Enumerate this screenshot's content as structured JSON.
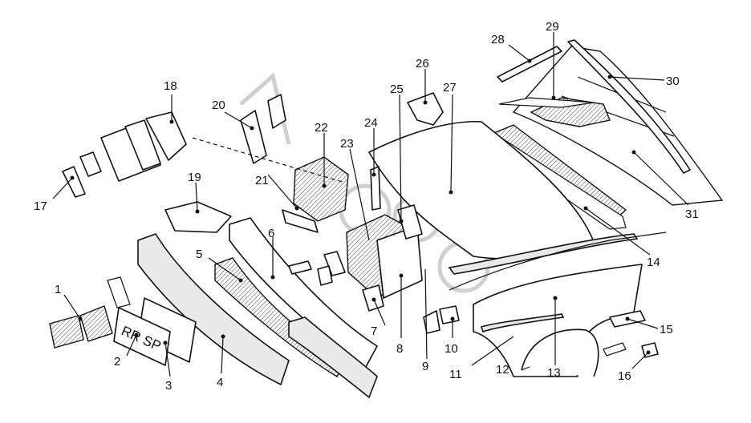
{
  "callouts": [
    {
      "id": "1",
      "label": "1"
    },
    {
      "id": "2",
      "label": "2"
    },
    {
      "id": "3",
      "label": "3"
    },
    {
      "id": "4",
      "label": "4"
    },
    {
      "id": "5",
      "label": "5"
    },
    {
      "id": "6",
      "label": "6"
    },
    {
      "id": "7",
      "label": "7"
    },
    {
      "id": "8",
      "label": "8"
    },
    {
      "id": "9",
      "label": "9"
    },
    {
      "id": "10",
      "label": "10"
    },
    {
      "id": "11",
      "label": "11"
    },
    {
      "id": "12",
      "label": "12"
    },
    {
      "id": "13",
      "label": "13"
    },
    {
      "id": "14",
      "label": "14"
    },
    {
      "id": "15",
      "label": "15"
    },
    {
      "id": "16",
      "label": "16"
    },
    {
      "id": "17",
      "label": "17"
    },
    {
      "id": "18",
      "label": "18"
    },
    {
      "id": "19",
      "label": "19"
    },
    {
      "id": "20",
      "label": "20"
    },
    {
      "id": "21",
      "label": "21"
    },
    {
      "id": "22",
      "label": "22"
    },
    {
      "id": "23",
      "label": "23"
    },
    {
      "id": "24",
      "label": "24"
    },
    {
      "id": "25",
      "label": "25"
    },
    {
      "id": "26",
      "label": "26"
    },
    {
      "id": "27",
      "label": "27"
    },
    {
      "id": "28",
      "label": "28"
    },
    {
      "id": "29",
      "label": "29"
    },
    {
      "id": "30",
      "label": "30"
    },
    {
      "id": "31",
      "label": "31"
    }
  ],
  "license_plate": {
    "text": "RR SP"
  }
}
